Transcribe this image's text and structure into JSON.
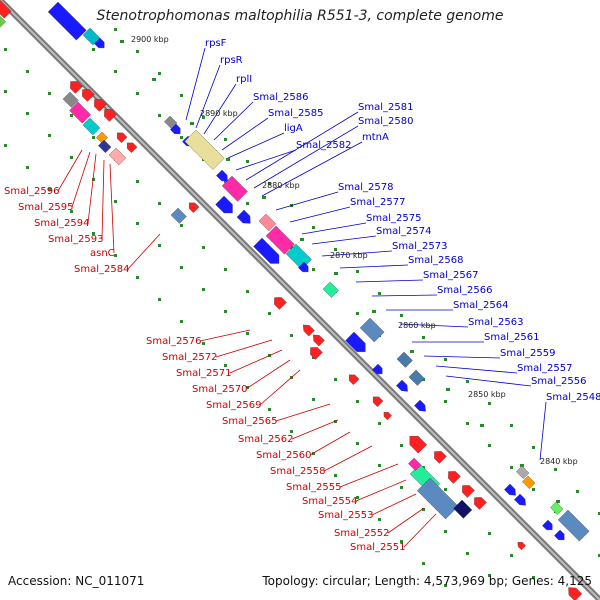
{
  "title": "Stenotrophomonas maltophilia R551-3, complete genome",
  "footer": {
    "accession": "Accession: NC_011071",
    "summary": "Topology: circular; Length: 4,573,969 bp; Genes: 4,125"
  },
  "scale_labels": [
    "2900 kbp",
    "2890 kbp",
    "2880 kbp",
    "2870 kbp",
    "2860 kbp",
    "2850 kbp",
    "2840 kbp"
  ],
  "colors": {
    "forward": "#1a1aff",
    "reverse": "#ff2020",
    "backbone": "#808080",
    "tick": "#2a8a2a"
  },
  "labels_blue": [
    "rpsF",
    "rpsR",
    "rplI",
    "Smal_2586",
    "Smal_2585",
    "ligA",
    "Smal_2582",
    "Smal_2581",
    "Smal_2580",
    "mtnA",
    "Smal_2578",
    "Smal_2577",
    "Smal_2575",
    "Smal_2574",
    "Smal_2573",
    "Smal_2568",
    "Smal_2567",
    "Smal_2566",
    "Smal_2564",
    "Smal_2563",
    "Smal_2561",
    "Smal_2559",
    "Smal_2557",
    "Smal_2556",
    "Smal_2548"
  ],
  "labels_red_top": [
    "Smal_2596",
    "Smal_2595",
    "Smal_2594",
    "Smal_2593",
    "asnC",
    "Smal_2584"
  ],
  "labels_red_bottom": [
    "Smal_2576",
    "Smal_2572",
    "Smal_2571",
    "Smal_2570",
    "Smal_2569",
    "Smal_2565",
    "Smal_2562",
    "Smal_2560",
    "Smal_2558",
    "Smal_2555",
    "Smal_2554",
    "Smal_2553",
    "Smal_2552",
    "Smal_2551"
  ]
}
